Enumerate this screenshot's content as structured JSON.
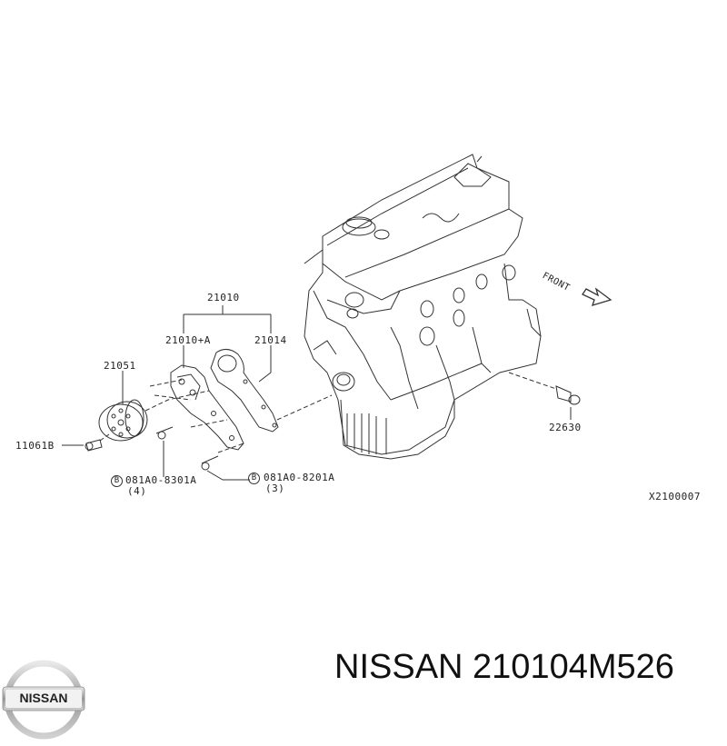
{
  "diagram": {
    "type": "exploded-parts-diagram",
    "subject": "engine water pump assembly",
    "labels": {
      "assembly": "21010",
      "pump": "21010+A",
      "gasket": "21014",
      "pulley": "21051",
      "pulley_bolt": "11061B",
      "bolt_a_code": "081A0-8301A",
      "bolt_a_qty": "(4)",
      "bolt_b_code": "081A0-8201A",
      "bolt_b_qty": "(3)",
      "bolt_marker": "B",
      "sensor": "22630",
      "front": "FRONT",
      "diagram_id": "X2100007"
    }
  },
  "footer": {
    "brand_logo": "NISSAN",
    "title": "NISSAN 210104M526"
  },
  "colors": {
    "line": "#333333",
    "text": "#222222",
    "background": "#ffffff"
  }
}
